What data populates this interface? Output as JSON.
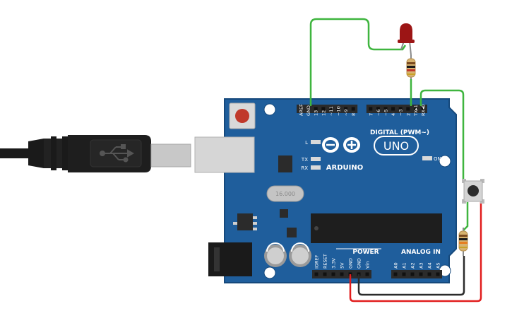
{
  "board": {
    "model": "UNO",
    "brand": "ARDUINO",
    "crystal": "16.000",
    "digital_label": "DIGITAL (PWM~)",
    "power_label": "POWER",
    "analog_label": "ANALOG IN",
    "led_labels": [
      "L",
      "TX",
      "RX"
    ],
    "on_label": "ON",
    "top_pins": [
      {
        "label": "AREF"
      },
      {
        "label": "GND"
      },
      {
        "label": "13"
      },
      {
        "label": "12"
      },
      {
        "label": "~11"
      },
      {
        "label": "~10"
      },
      {
        "label": "~9"
      },
      {
        "label": "8"
      },
      {
        "label": "7"
      },
      {
        "label": "~6"
      },
      {
        "label": "~5"
      },
      {
        "label": "4"
      },
      {
        "label": "~3"
      },
      {
        "label": "2"
      },
      {
        "label": "TX▸1"
      },
      {
        "label": "RX◂0"
      }
    ],
    "power_pins": [
      {
        "label": "IOREF"
      },
      {
        "label": "RESET"
      },
      {
        "label": "3.3V"
      },
      {
        "label": "5V"
      },
      {
        "label": "GND"
      },
      {
        "label": "GND"
      },
      {
        "label": "Vin"
      }
    ],
    "analog_pins": [
      {
        "label": "A0"
      },
      {
        "label": "A1"
      },
      {
        "label": "A2"
      },
      {
        "label": "A3"
      },
      {
        "label": "A4"
      },
      {
        "label": "A5"
      }
    ]
  },
  "components": {
    "led_color": "#9c1515",
    "button_color": "#2b2b2b"
  },
  "colors": {
    "board": "#1f5e9c",
    "board_edge": "#16497c",
    "header": "#2b2b2b",
    "wire_green": "#3fb53f",
    "wire_black": "#2b2b2b",
    "wire_red": "#e11d1d",
    "usb_cable": "#1a1a1a",
    "usb_plug": "#d2d2d2"
  }
}
